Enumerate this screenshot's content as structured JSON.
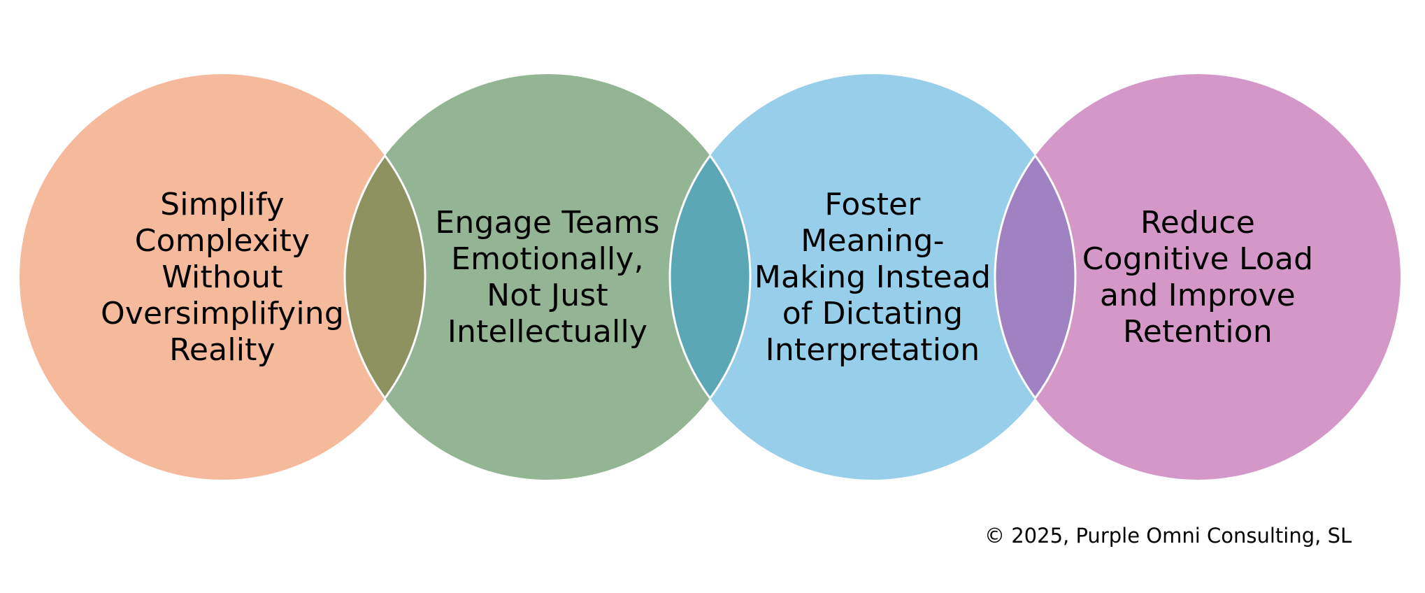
{
  "diagram": {
    "circles": [
      {
        "lines": [
          "Simplify",
          "Complexity",
          "Without",
          "Oversimplifying",
          "Reality"
        ],
        "color": "#F5B99B"
      },
      {
        "lines": [
          "Engage Teams",
          "Emotionally,",
          "Not Just",
          "Intellectually"
        ],
        "color": "#93B593"
      },
      {
        "lines": [
          "Foster",
          "Meaning-",
          "Making Instead",
          "of Dictating",
          "Interpretation"
        ],
        "color": "#97CFEA"
      },
      {
        "lines": [
          "Reduce",
          "Cognitive Load",
          "and Improve",
          "Retention"
        ],
        "color": "#D398C8"
      }
    ],
    "overlap_colors": [
      "#8D9260",
      "#5CA7B6",
      "#A081C1"
    ],
    "divider_color": "#FFFFFF"
  },
  "footer": {
    "copyright": "© 2025, Purple Omni Consulting, SL"
  }
}
